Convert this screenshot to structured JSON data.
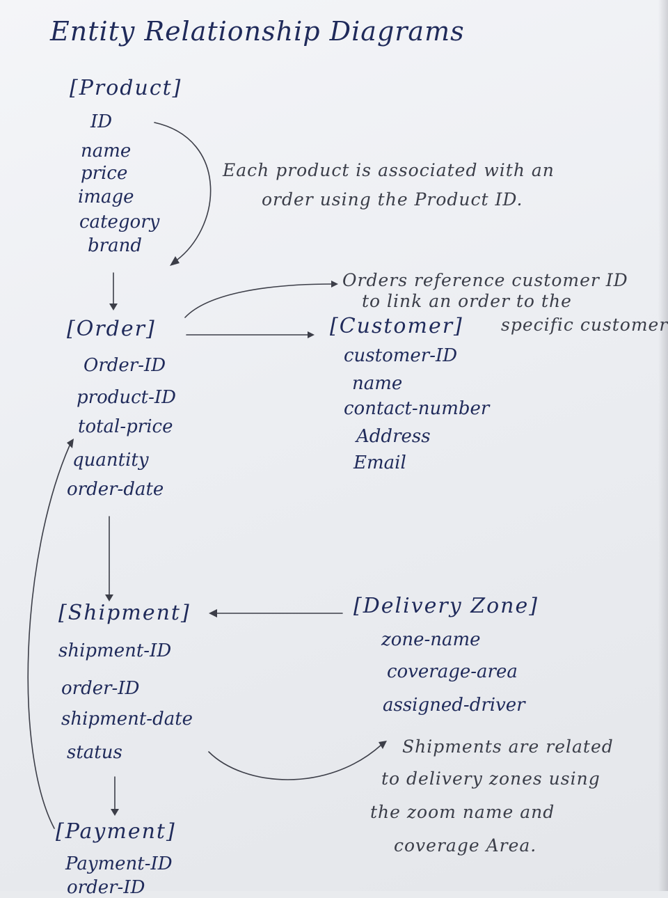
{
  "title": "Entity Relationship Diagrams",
  "entities": {
    "product": {
      "name": "[Product]",
      "attributes": [
        "ID",
        "name",
        "price",
        "image",
        "category",
        "brand"
      ]
    },
    "order": {
      "name": "[Order]",
      "attributes": [
        "Order-ID",
        "product-ID",
        "total-price",
        "quantity",
        "order-date"
      ]
    },
    "customer": {
      "name": "[Customer]",
      "attributes": [
        "customer-ID",
        "name",
        "contact-number",
        "Address",
        "Email"
      ]
    },
    "shipment": {
      "name": "[Shipment]",
      "attributes": [
        "shipment-ID",
        "order-ID",
        "shipment-date",
        "status"
      ]
    },
    "delivery_zone": {
      "name": "[Delivery Zone]",
      "attributes": [
        "zone-name",
        "coverage-area",
        "assigned-driver"
      ]
    },
    "payment": {
      "name": "[Payment]",
      "attributes": [
        "Payment-ID",
        "order-ID"
      ]
    }
  },
  "notes": {
    "product_order": [
      "Each product is associated with an",
      "order using the Product ID."
    ],
    "order_customer": [
      "Orders reference customer ID",
      "to link an order to the",
      "specific customer"
    ],
    "shipment_zone": [
      "Shipments are related",
      "to delivery zones using",
      "the zoom name and",
      "coverage Area."
    ]
  },
  "colors": {
    "ink": "#1f2a5a",
    "pencil": "#3a3d48",
    "paper": "#eef0f3"
  }
}
